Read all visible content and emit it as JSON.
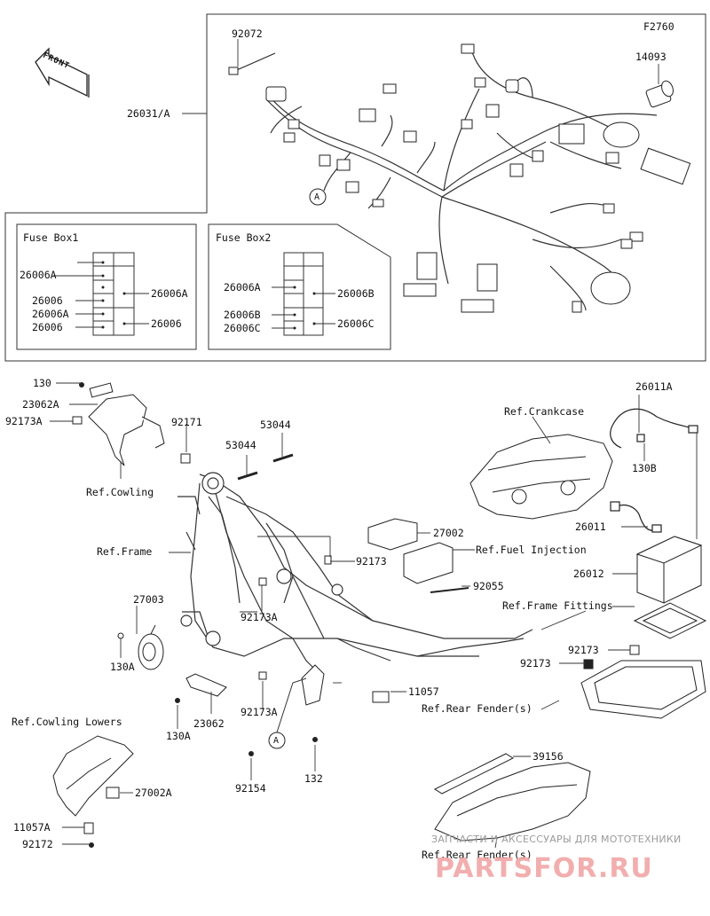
{
  "figure_code": "F2760",
  "front_label": "FRONT",
  "fuse_box1": {
    "title": "Fuse Box1",
    "labels_left": [
      "26006A",
      "26006",
      "26006A",
      "26006"
    ],
    "labels_right": [
      "26006A",
      "26006"
    ]
  },
  "fuse_box2": {
    "title": "Fuse Box2",
    "labels_left": [
      "26006A",
      "26006B",
      "26006C"
    ],
    "labels_right": [
      "26006B",
      "26006C"
    ]
  },
  "callout_a": "A",
  "parts": {
    "p92072": "92072",
    "p14093": "14093",
    "p26031A": "26031/A",
    "p130": "130",
    "p23062A": "23062A",
    "p92173A_top": "92173A",
    "p92171": "92171",
    "p53044_a": "53044",
    "p53044_b": "53044",
    "p26011A": "26011A",
    "p130B": "130B",
    "p26011": "26011",
    "p27002": "27002",
    "p92173_mid": "92173",
    "p26012": "26012",
    "p92055": "92055",
    "p27003": "27003",
    "p92173A_mid": "92173A",
    "p130A_left": "130A",
    "p92173_r1": "92173",
    "p92173_r2": "92173",
    "p11057": "11057",
    "p92173A_low": "92173A",
    "p130A_low": "130A",
    "p23062": "23062",
    "p92154": "92154",
    "p132": "132",
    "p27002A": "27002A",
    "p11057A": "11057A",
    "p92172": "92172",
    "p39156": "39156"
  },
  "refs": {
    "cowling": "Ref.Cowling",
    "crankcase": "Ref.Crankcase",
    "frame": "Ref.Frame",
    "fuel_injection": "Ref.Fuel Injection",
    "frame_fittings": "Ref.Frame Fittings",
    "rear_fender_s_mid": "Ref.Rear Fender(s)",
    "cowling_lowers": "Ref.Cowling Lowers",
    "rear_fender_s_low": "Ref.Rear Fender(s)"
  },
  "watermark": {
    "tagline": "ЗАПЧАСТИ И АКСЕССУАРЫ ДЛЯ МОТОТЕХНИКИ",
    "brand": "PARTSFOR.RU"
  }
}
